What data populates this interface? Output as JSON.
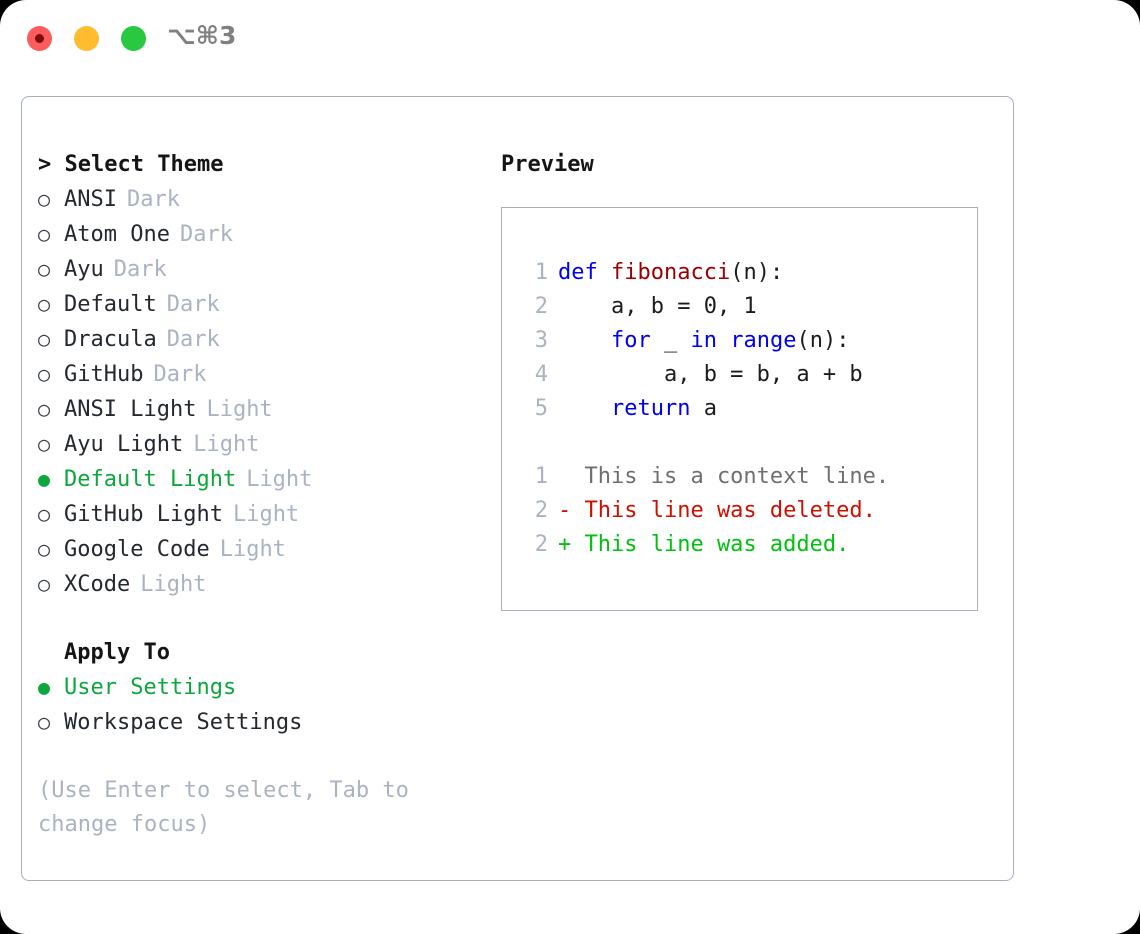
{
  "window": {
    "shortcut": "⌥⌘3",
    "traffic_lights": [
      {
        "name": "close",
        "color": "#fc5c5c"
      },
      {
        "name": "minimize",
        "color": "#febc2e"
      },
      {
        "name": "maximize",
        "color": "#28c840"
      }
    ]
  },
  "colors": {
    "accent_green": "#0ca83c",
    "muted": "#aab3c2",
    "border": "#a7afbf",
    "keyword": "#0000ee",
    "function": "#9a0000",
    "diff_add": "#00c010",
    "diff_del": "#cc1100",
    "diff_ctx": "#6f6f6f"
  },
  "theme_panel": {
    "title": "Select Theme",
    "caret": ">",
    "marker_selected": "●",
    "marker_unselected": "○",
    "items": [
      {
        "label": "ANSI",
        "tag": "Dark",
        "selected": false
      },
      {
        "label": "Atom One",
        "tag": "Dark",
        "selected": false
      },
      {
        "label": "Ayu",
        "tag": "Dark",
        "selected": false
      },
      {
        "label": "Default",
        "tag": "Dark",
        "selected": false
      },
      {
        "label": "Dracula",
        "tag": "Dark",
        "selected": false
      },
      {
        "label": "GitHub",
        "tag": "Dark",
        "selected": false
      },
      {
        "label": "ANSI Light",
        "tag": "Light",
        "selected": false
      },
      {
        "label": "Ayu Light",
        "tag": "Light",
        "selected": false
      },
      {
        "label": "Default Light",
        "tag": "Light",
        "selected": true
      },
      {
        "label": "GitHub Light",
        "tag": "Light",
        "selected": false
      },
      {
        "label": "Google Code",
        "tag": "Light",
        "selected": false
      },
      {
        "label": "XCode",
        "tag": "Light",
        "selected": false
      }
    ]
  },
  "apply_to": {
    "title": "Apply To",
    "items": [
      {
        "label": "User Settings",
        "selected": true
      },
      {
        "label": "Workspace Settings",
        "selected": false
      }
    ]
  },
  "hint": "(Use Enter to select, Tab to change focus)",
  "preview": {
    "title": "Preview",
    "code_lines": [
      {
        "number": "1",
        "tokens": [
          {
            "text": "def ",
            "type": "keyword"
          },
          {
            "text": "fibonacci",
            "type": "function"
          },
          {
            "text": "(n):",
            "type": "plain"
          }
        ]
      },
      {
        "number": "2",
        "tokens": [
          {
            "text": "    a, b = 0, 1",
            "type": "plain"
          }
        ]
      },
      {
        "number": "3",
        "tokens": [
          {
            "text": "    ",
            "type": "plain"
          },
          {
            "text": "for",
            "type": "keyword"
          },
          {
            "text": " _ ",
            "type": "plain"
          },
          {
            "text": "in range",
            "type": "keyword"
          },
          {
            "text": "(n):",
            "type": "plain"
          }
        ]
      },
      {
        "number": "4",
        "tokens": [
          {
            "text": "        a, b = b, a + b",
            "type": "plain"
          }
        ]
      },
      {
        "number": "5",
        "tokens": [
          {
            "text": "    ",
            "type": "plain"
          },
          {
            "text": "return",
            "type": "keyword"
          },
          {
            "text": " a",
            "type": "plain"
          }
        ]
      }
    ],
    "diff_lines": [
      {
        "number": "1",
        "marker": " ",
        "text": "  This is a context line.",
        "kind": "context"
      },
      {
        "number": "2",
        "marker": "-",
        "text": "- This line was deleted.",
        "kind": "deleted"
      },
      {
        "number": "2",
        "marker": "+",
        "text": "+ This line was added.",
        "kind": "added"
      }
    ]
  }
}
